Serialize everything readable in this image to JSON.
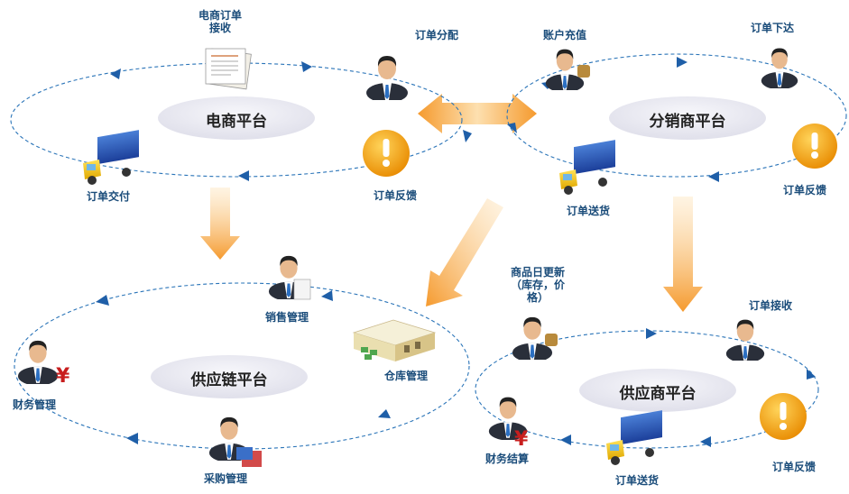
{
  "platforms": {
    "ecommerce": "电商平台",
    "distributor": "分销商平台",
    "supply_chain": "供应链平台",
    "supplier": "供应商平台"
  },
  "ecommerce_steps": {
    "receive_line1": "电商订单",
    "receive_line2": "接收",
    "distribute": "订单分配",
    "feedback": "订单反馈",
    "deliver": "订单交付"
  },
  "distributor_steps": {
    "recharge": "账户充值",
    "place_order": "订单下达",
    "feedback": "订单反馈",
    "ship": "订单送货"
  },
  "supply_chain_steps": {
    "sales": "销售管理",
    "warehouse": "仓库管理",
    "purchase": "采购管理",
    "finance": "财务管理"
  },
  "supplier_steps": {
    "update_line1": "商品日更新",
    "update_line2": "（库存，价",
    "update_line3": "格）",
    "receive": "订单接收",
    "feedback": "订单反馈",
    "ship": "订单送货",
    "settle": "财务结算"
  },
  "icons": {
    "currency_symbol": "¥",
    "alert_symbol": "!"
  },
  "colors": {
    "arrow_orange": "#f7a13a",
    "cycle_blue": "#2a74b8",
    "pill_fill": "#ebebf3",
    "label_blue": "#1a4c7a"
  }
}
